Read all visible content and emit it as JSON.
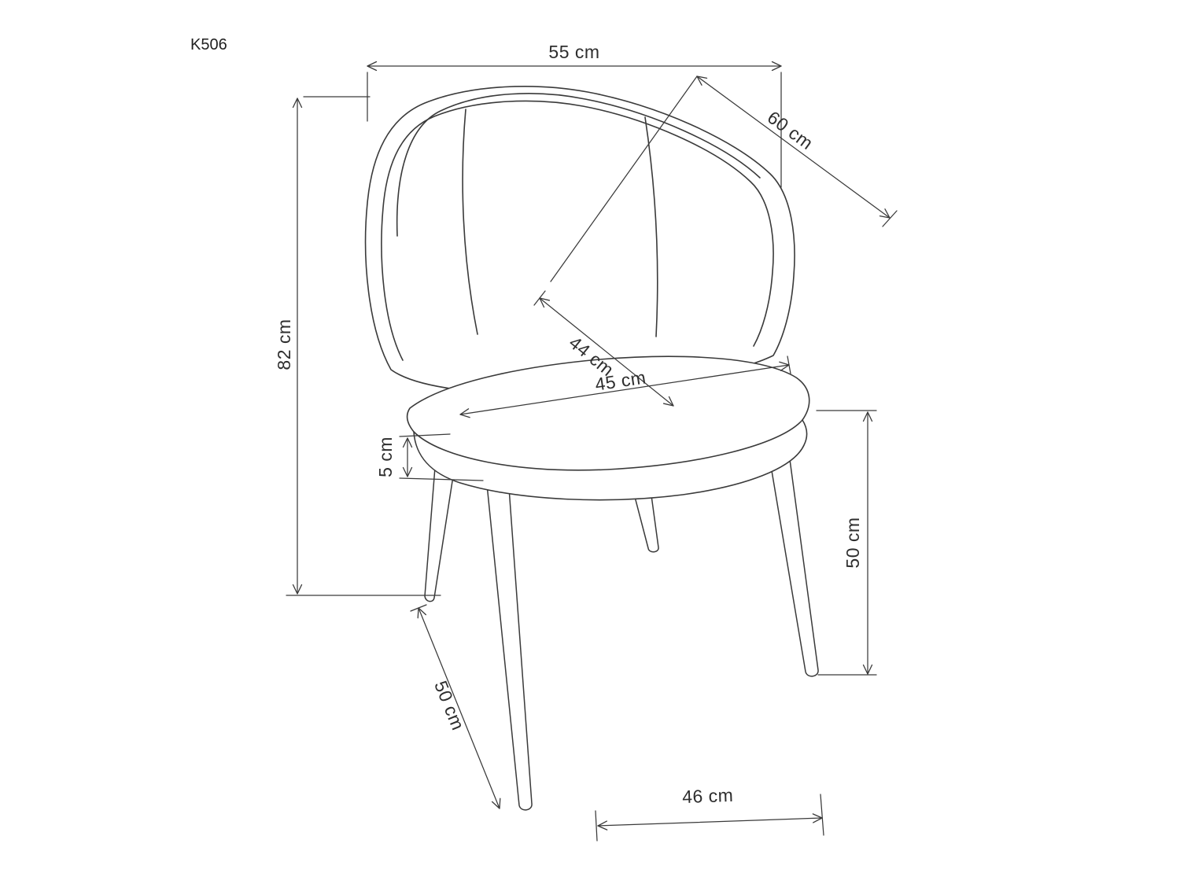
{
  "model": "K506",
  "diagram": {
    "dims": {
      "overall_width_top": "55 cm",
      "backrest_diagonal": "60 cm",
      "overall_height": "82 cm",
      "seat_depth": "44 cm",
      "seat_width": "45 cm",
      "cushion_thickness": "5 cm",
      "leg_height_right": "50 cm",
      "leg_height_left": "50 cm",
      "front_leg_span": "46 cm"
    }
  },
  "colors": {
    "line": "#3a3a3a",
    "text": "#2e2e2e",
    "background": "#ffffff"
  }
}
